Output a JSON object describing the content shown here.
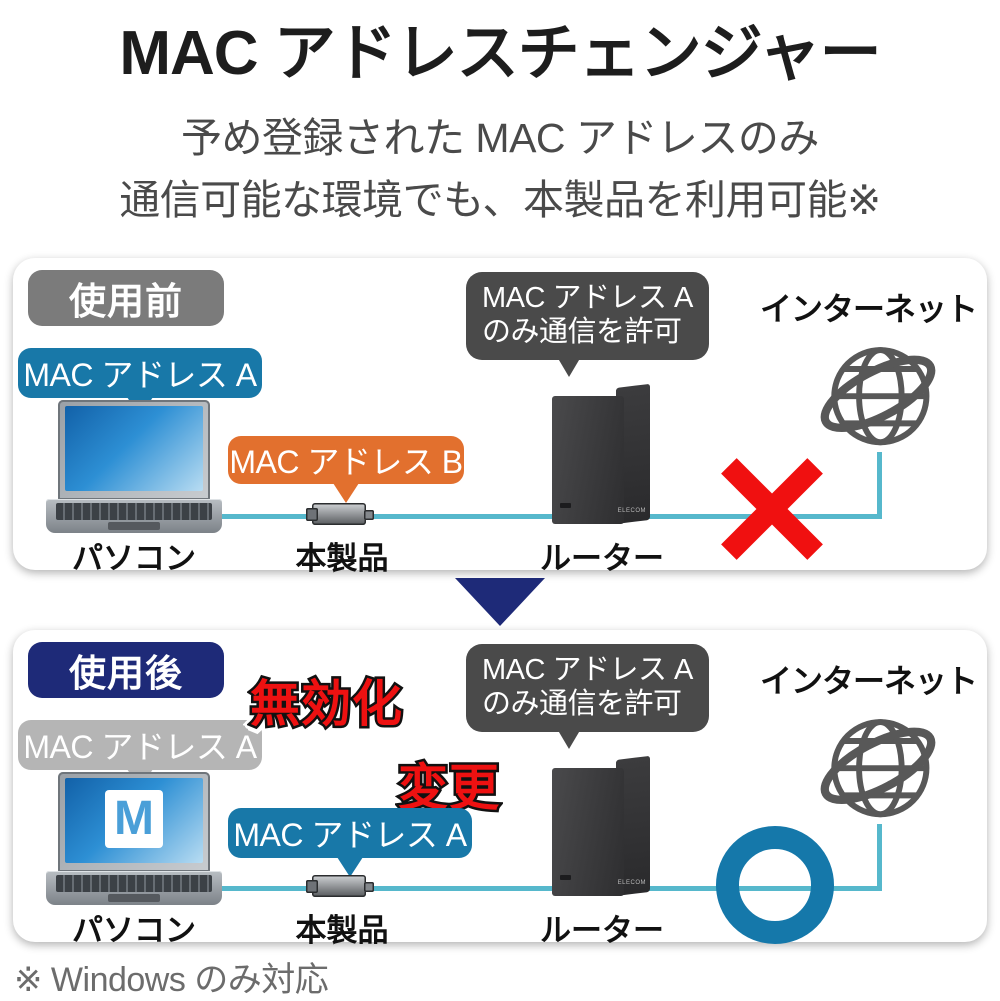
{
  "header": {
    "title": "MAC アドレスチェンジャー",
    "subtitle_line1": "予め登録された MAC アドレスのみ",
    "subtitle_line2": "通信可能な環境でも、本製品を利用可能※"
  },
  "footnote": "※ Windows のみ対応",
  "panels": [
    {
      "stage_label": "使用前",
      "stage_badge_color": "#7b7b7b",
      "pc_badge": "MAC アドレス A",
      "pc_badge_color": "#1878a8",
      "product_badge": "MAC アドレス B",
      "product_badge_color": "#e2702e",
      "router_bubble_line1": "MAC アドレス A",
      "router_bubble_line2": "のみ通信を許可",
      "pc_caption": "パソコン",
      "product_caption": "本製品",
      "router_caption": "ルーター",
      "internet_label": "インターネット",
      "result_mark": "×",
      "result_color": "#f01010"
    },
    {
      "stage_label": "使用後",
      "stage_badge_color": "#1e2a78",
      "pc_badge": "MAC アドレス A",
      "pc_badge_color": "#b5b5b5",
      "pc_screen_icon": "M",
      "product_badge": "MAC アドレス A",
      "product_badge_color": "#1878a8",
      "router_bubble_line1": "MAC アドレス A",
      "router_bubble_line2": "のみ通信を許可",
      "pc_caption": "パソコン",
      "product_caption": "本製品",
      "router_caption": "ルーター",
      "internet_label": "インターネット",
      "callout_disable": "無効化",
      "callout_change": "変更",
      "callout_color": "#ee1111",
      "result_mark": "○",
      "result_color": "#1578aa"
    }
  ],
  "flow_arrow": "▼",
  "colors": {
    "cable": "#56b8cc",
    "bubble": "#4a4a4a",
    "globe": "#585858",
    "title_text": "#1d1d1d",
    "subtitle_text": "#4a4a4a"
  }
}
